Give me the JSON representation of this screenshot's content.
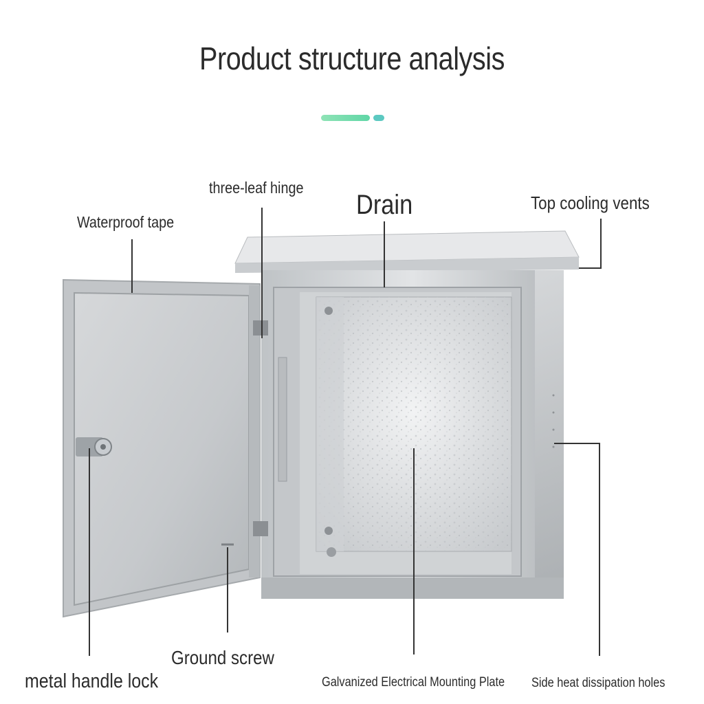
{
  "title": "Product structure analysis",
  "accent_colors": {
    "green": "#6fdcae",
    "teal": "#5cc9c1"
  },
  "labels": {
    "waterproof_tape": "Waterproof tape",
    "three_leaf_hinge": "three-leaf hinge",
    "drain": "Drain",
    "top_cooling_vents": "Top cooling vents",
    "ground_screw": "Ground screw",
    "metal_handle_lock": "metal handle lock",
    "mounting_plate": "Galvanized Electrical Mounting Plate",
    "side_heat_holes": "Side heat dissipation holes"
  }
}
